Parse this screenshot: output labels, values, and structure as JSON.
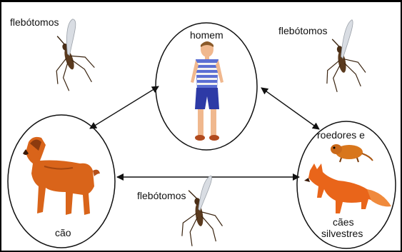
{
  "labels": {
    "sandfly_top_left": "flebótomos",
    "sandfly_top_right": "flebótomos",
    "sandfly_bottom": "flebótomos",
    "human": "homem",
    "dog": "cão",
    "wild_line1": "roedores e",
    "wild_line2": "cães",
    "wild_line3": "silvestres"
  },
  "colors": {
    "border": "#000000",
    "circle_stroke": "#111111",
    "arrow": "#111111",
    "dog_fur": "#d9641a",
    "rodent_fur": "#d8761c",
    "fox_fur": "#e9651a",
    "shirt_stripe_a": "#5b6fd3",
    "shirt_stripe_b": "#f2f2f2",
    "shorts": "#2d3aa6",
    "skin": "#f0b88e",
    "mosquito_body": "#5a3a1e",
    "wing": "#d9dde3"
  },
  "icons": {
    "sandfly": "sandfly-insect",
    "human": "human-figure",
    "dog": "dog-animal",
    "rodent": "rodent-animal",
    "fox": "fox-animal"
  }
}
